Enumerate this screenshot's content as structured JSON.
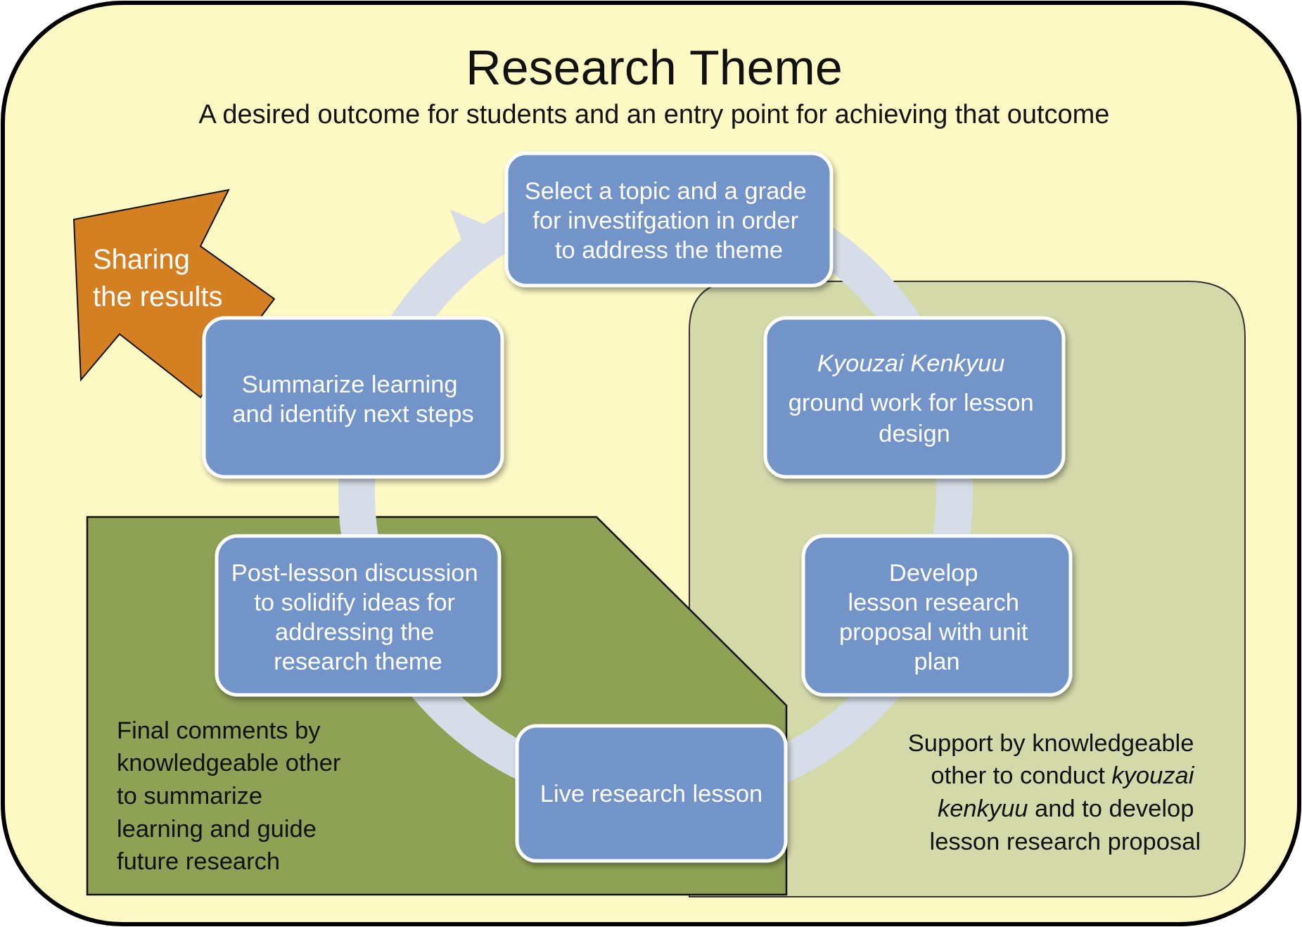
{
  "header": {
    "title": "Research Theme",
    "subtitle": "A desired outcome for students and an entry point for achieving that outcome"
  },
  "sharing": {
    "line1": "Sharing",
    "line2": "the results",
    "color": "#d47f22"
  },
  "steps": [
    {
      "lines": [
        "Select a topic and a grade",
        "for investifgation in order",
        "to address the theme"
      ]
    },
    {
      "lines": [
        "Kyouzai Kenkyuu",
        "ground work for lesson",
        "design"
      ]
    },
    {
      "lines": [
        "Develop",
        "lesson research",
        "proposal with unit",
        "plan"
      ]
    },
    {
      "lines": [
        "Live research lesson"
      ]
    },
    {
      "lines": [
        "Post-lesson discussion",
        "to solidify ideas for",
        "addressing the",
        "research theme"
      ]
    },
    {
      "lines": [
        "Summarize learning",
        "and identify next steps"
      ]
    }
  ],
  "notes": {
    "final_comments": [
      "Final comments by",
      "knowledgeable other",
      "to summarize",
      "learning and guide",
      "future research"
    ],
    "support": {
      "line1": "Support by knowledgeable",
      "line2_plain": "other to conduct ",
      "line2_italic": "kyouzai",
      "line3_italic": "kenkyuu",
      "line3_plain": " and to develop",
      "line4": "lesson research proposal"
    }
  },
  "colors": {
    "background": "#fdf9c4",
    "step_fill": "#7294c8",
    "cycle_ring": "#d6dde9",
    "light_green_panel": "#d4d9aa",
    "dark_green_panel": "#8ea154",
    "sharing_arrow": "#d47f22"
  }
}
